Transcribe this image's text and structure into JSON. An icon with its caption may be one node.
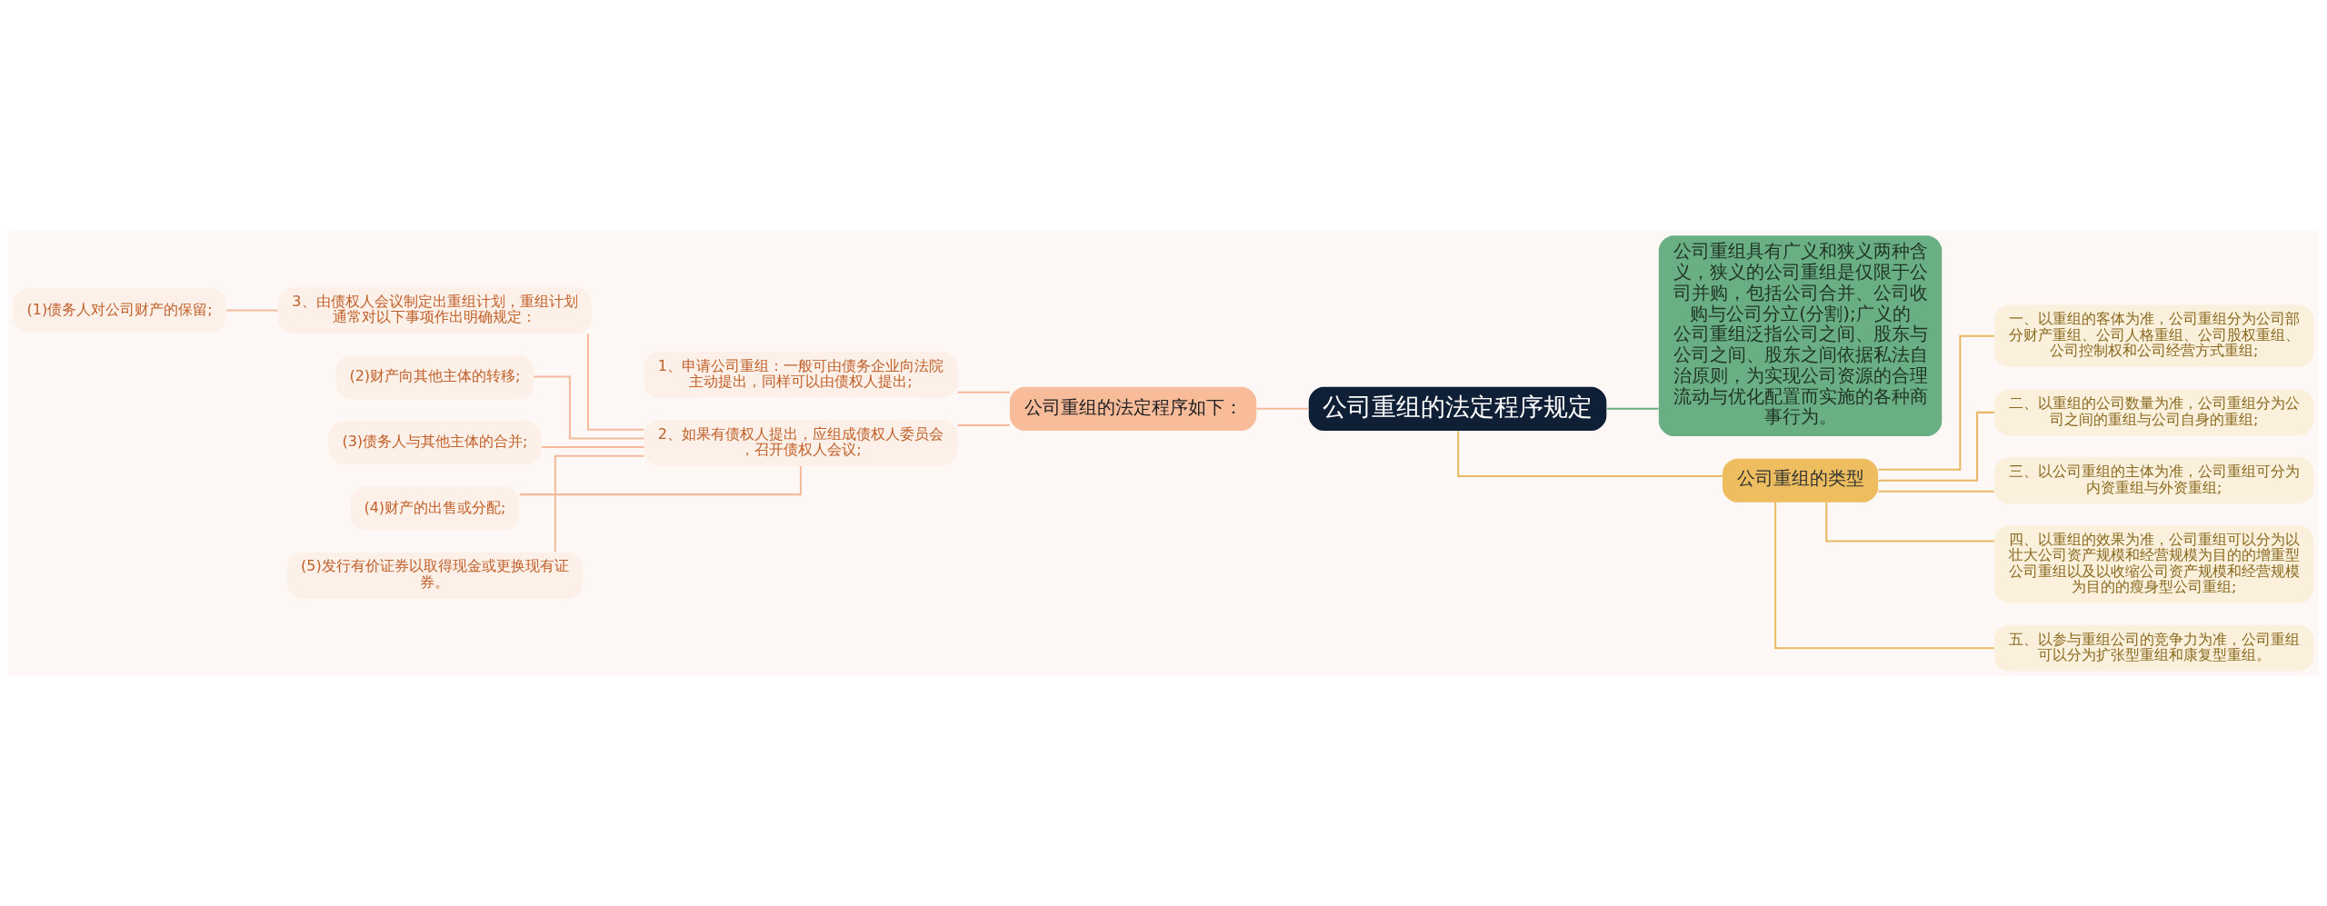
{
  "diagram": {
    "nodes": [
      {
        "text": [
          "公司重组的法定程序规定"
        ]
      },
      {
        "text": [
          "公司重组的法定程序如下："
        ]
      },
      {
        "text": [
          "1、申请公司重组：一般可由债务企业向法院主动提出，同样可以由债权人提出;"
        ]
      },
      {
        "text": [
          "2、如果有债权人提出，应组成债权人委员会，召开债权人会议;"
        ]
      },
      {
        "text": [
          "3、由债权人会议制定出重组计划，重组计划通常对以下事项作出明确规定："
        ]
      },
      {
        "text": [
          "(1)债务人对公司财产的保留;"
        ]
      },
      {
        "text": [
          "(2)财产向其他主体的转移;"
        ]
      },
      {
        "text": [
          "(3)债务人与其他主体的合并;"
        ]
      },
      {
        "text": [
          "(4)财产的出售或分配;"
        ]
      },
      {
        "text": [
          "(5)发行有价证券以取得现金或更换现有证券。"
        ]
      },
      {
        "text": [
          "公司重组具有广义和狭义两种含义，狭义的公司重组是仅限于公司并购，包括公司合并、公司收购与公司分立(分割);广义的公司重组泛指公司之间、股东与公司之间、股东之间依据私法自治原则，为实现公司资源的合理流动与优化配置而实施的各种商事行为。"
        ]
      },
      {
        "text": [
          "公司重组的类型"
        ]
      },
      {
        "text": [
          "一、以重组的客体为准，公司重组分为公司部分财产重组、公司人格重组、公司股权重组、公司控制权和公司经营方式重组;"
        ]
      },
      {
        "text": [
          "二、以重组的公司数量为准，公司重组分为公司之间的重组与公司自身的重组;"
        ]
      },
      {
        "text": [
          "三、以公司重组的主体为准，公司重组可分为内资重组与外资重组;"
        ]
      },
      {
        "text": [
          "四、以重组的效果为准，公司重组可以分为以壮大公司资产规模和经营规模为目的的增重型公司重组以及以收缩公司资产规模和经营规模为目的的瘦身型公司重组;"
        ]
      },
      {
        "text": [
          "五、以参与重组公司的竞争力为准，公司重组可以分为扩张型重组和康复型重组。"
        ]
      }
    ],
    "edges": [
      {
        "from": 0,
        "to": 1,
        "arrow": "none"
      },
      {
        "from": 1,
        "to": 2,
        "arrow": "none"
      },
      {
        "from": 1,
        "to": 3,
        "arrow": "none"
      },
      {
        "from": 3,
        "to": 4,
        "arrow": "none"
      },
      {
        "from": 4,
        "to": 5,
        "arrow": "none"
      },
      {
        "from": 3,
        "to": 6,
        "arrow": "none"
      },
      {
        "from": 3,
        "to": 7,
        "arrow": "none"
      },
      {
        "from": 3,
        "to": 8,
        "arrow": "none"
      },
      {
        "from": 3,
        "to": 9,
        "arrow": "none"
      },
      {
        "from": 0,
        "to": 10,
        "arrow": "none",
        "color": "#6aaf84"
      },
      {
        "from": 0,
        "to": 11,
        "arrow": "none",
        "color": "#e8b860"
      },
      {
        "from": 11,
        "to": 12,
        "arrow": "none",
        "color": "#e8b860"
      },
      {
        "from": 11,
        "to": 13,
        "arrow": "none",
        "color": "#e8b860"
      },
      {
        "from": 11,
        "to": 14,
        "arrow": "none",
        "color": "#e8b860"
      },
      {
        "from": 11,
        "to": 15,
        "arrow": "none",
        "color": "#e8b860"
      },
      {
        "from": 11,
        "to": 16,
        "arrow": "none",
        "color": "#e8b860"
      }
    ]
  }
}
